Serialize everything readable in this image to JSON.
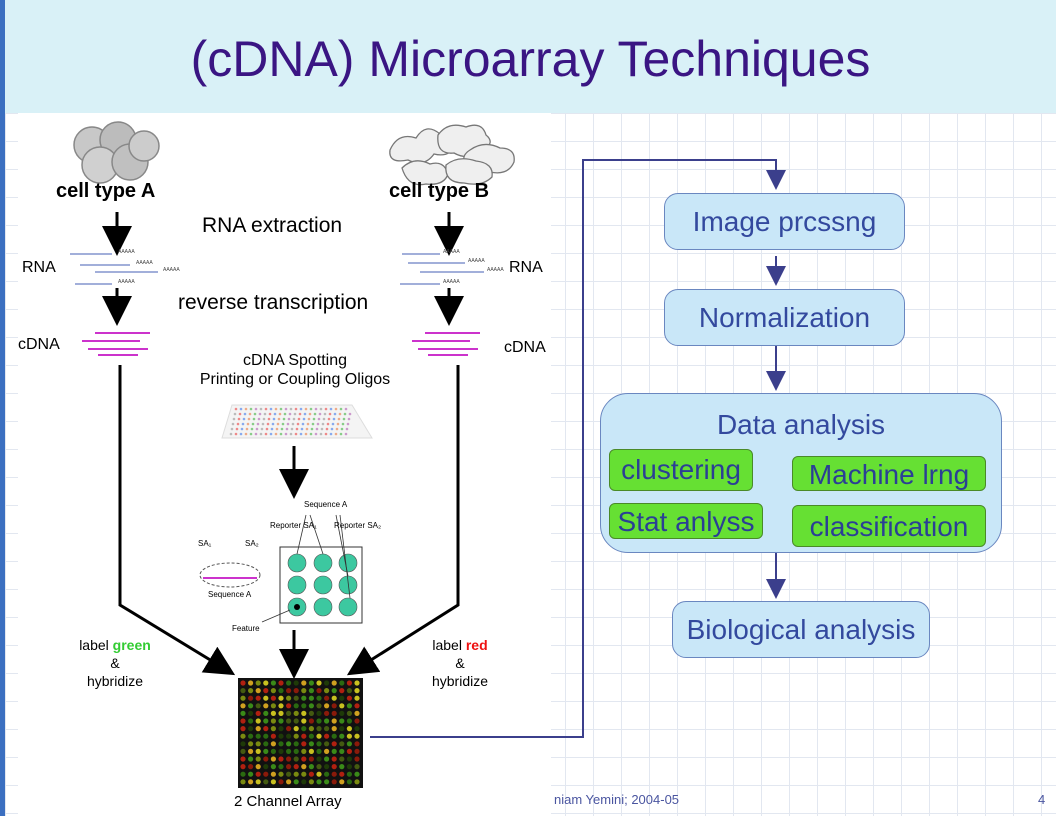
{
  "slide": {
    "title": "(cDNA) Microarray Techniques",
    "footer_text": "niam Yemini; 2004-05",
    "page_number": "4"
  },
  "figure": {
    "cell_a": "cell type A",
    "cell_b": "cell type B",
    "rna_extraction": "RNA extraction",
    "rna_left": "RNA",
    "rna_right": "RNA",
    "reverse_transcription": "reverse transcription",
    "cdna_left": "cDNA",
    "cdna_right": "cDNA",
    "spotting_line1": "cDNA Spotting",
    "spotting_line2": "Printing or Coupling Oligos",
    "sequence_a_top": "Sequence A",
    "reporter_1": "Reporter SA₁",
    "reporter_2": "Reporter SA₂",
    "sa1": "SA₁",
    "sa2": "SA₂",
    "sequence_a_bottom": "Sequence A",
    "feature": "Feature",
    "poly_a": "AAAAA",
    "label_left_1": "label",
    "label_left_color": "green",
    "label_right_1": "label",
    "label_right_color": "red",
    "amp": "&",
    "hybridize": "hybridize",
    "array_caption": "2 Channel Array"
  },
  "flow": {
    "image_processing": "Image prcssng",
    "normalization": "Normalization",
    "data_analysis": "Data analysis",
    "clustering": "clustering",
    "machine_learning": "Machine lrng",
    "stat_analysis": "Stat anlyss",
    "classification": "classification",
    "biological_analysis": "Biological analysis"
  },
  "colors": {
    "title": "#3a1583",
    "box_fill": "#c9e7f8",
    "box_text": "#33499e",
    "green_box": "#66e033",
    "connector": "#3b3f8c",
    "label_green": "#33cc33",
    "label_red": "#ee1111",
    "cdna_magenta": "#cc33cc"
  }
}
